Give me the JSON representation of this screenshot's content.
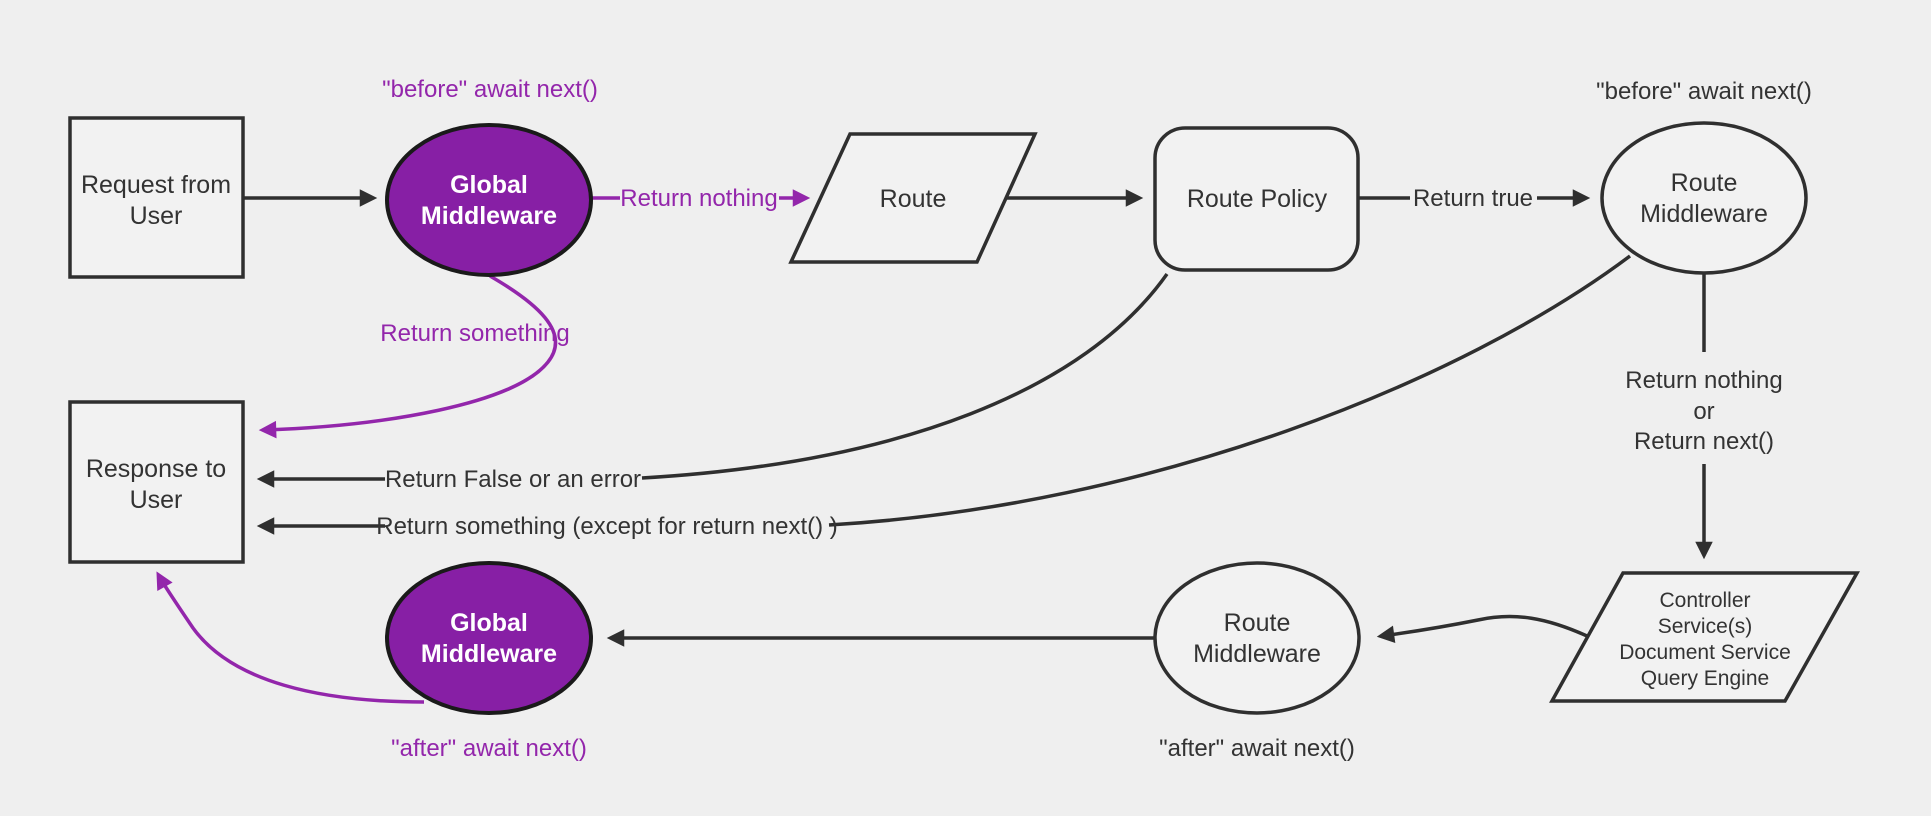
{
  "diagram": {
    "title": "Middleware request flow diagram",
    "colors": {
      "background": "#efefef",
      "node_fill": "#f2f2f2",
      "stroke": "#2f2f2f",
      "text": "#333333",
      "purple_fill": "#871fa5",
      "purple_accent": "#9326ab",
      "white_text": "#ffffff"
    },
    "nodes": {
      "request": {
        "line1": "Request from",
        "line2": "User"
      },
      "global_middleware_top": {
        "line1": "Global",
        "line2": "Middleware"
      },
      "route": {
        "label": "Route"
      },
      "route_policy": {
        "label": "Route Policy"
      },
      "route_middleware_top": {
        "line1": "Route",
        "line2": "Middleware"
      },
      "controller": {
        "line1": "Controller",
        "line2": "Service(s)",
        "line3": "Document Service",
        "line4": "Query Engine"
      },
      "route_middleware_bottom": {
        "line1": "Route",
        "line2": "Middleware"
      },
      "global_middleware_bottom": {
        "line1": "Global",
        "line2": "Middleware"
      },
      "response": {
        "line1": "Response to",
        "line2": "User"
      }
    },
    "edge_labels": {
      "before_await_next_global": "\"before\" await next()",
      "return_nothing": "Return nothing",
      "return_true": "Return true",
      "before_await_next_route": "\"before\" await next()",
      "return_nothing_or_1": "Return nothing",
      "return_nothing_or_2": "or",
      "return_nothing_or_3": "Return next()",
      "return_false_error": "Return False or an error",
      "return_something_except": "Return something (except for return next() )",
      "return_something": "Return something",
      "after_await_next_global": "\"after\" await next()",
      "after_await_next_route": "\"after\" await next()"
    }
  }
}
